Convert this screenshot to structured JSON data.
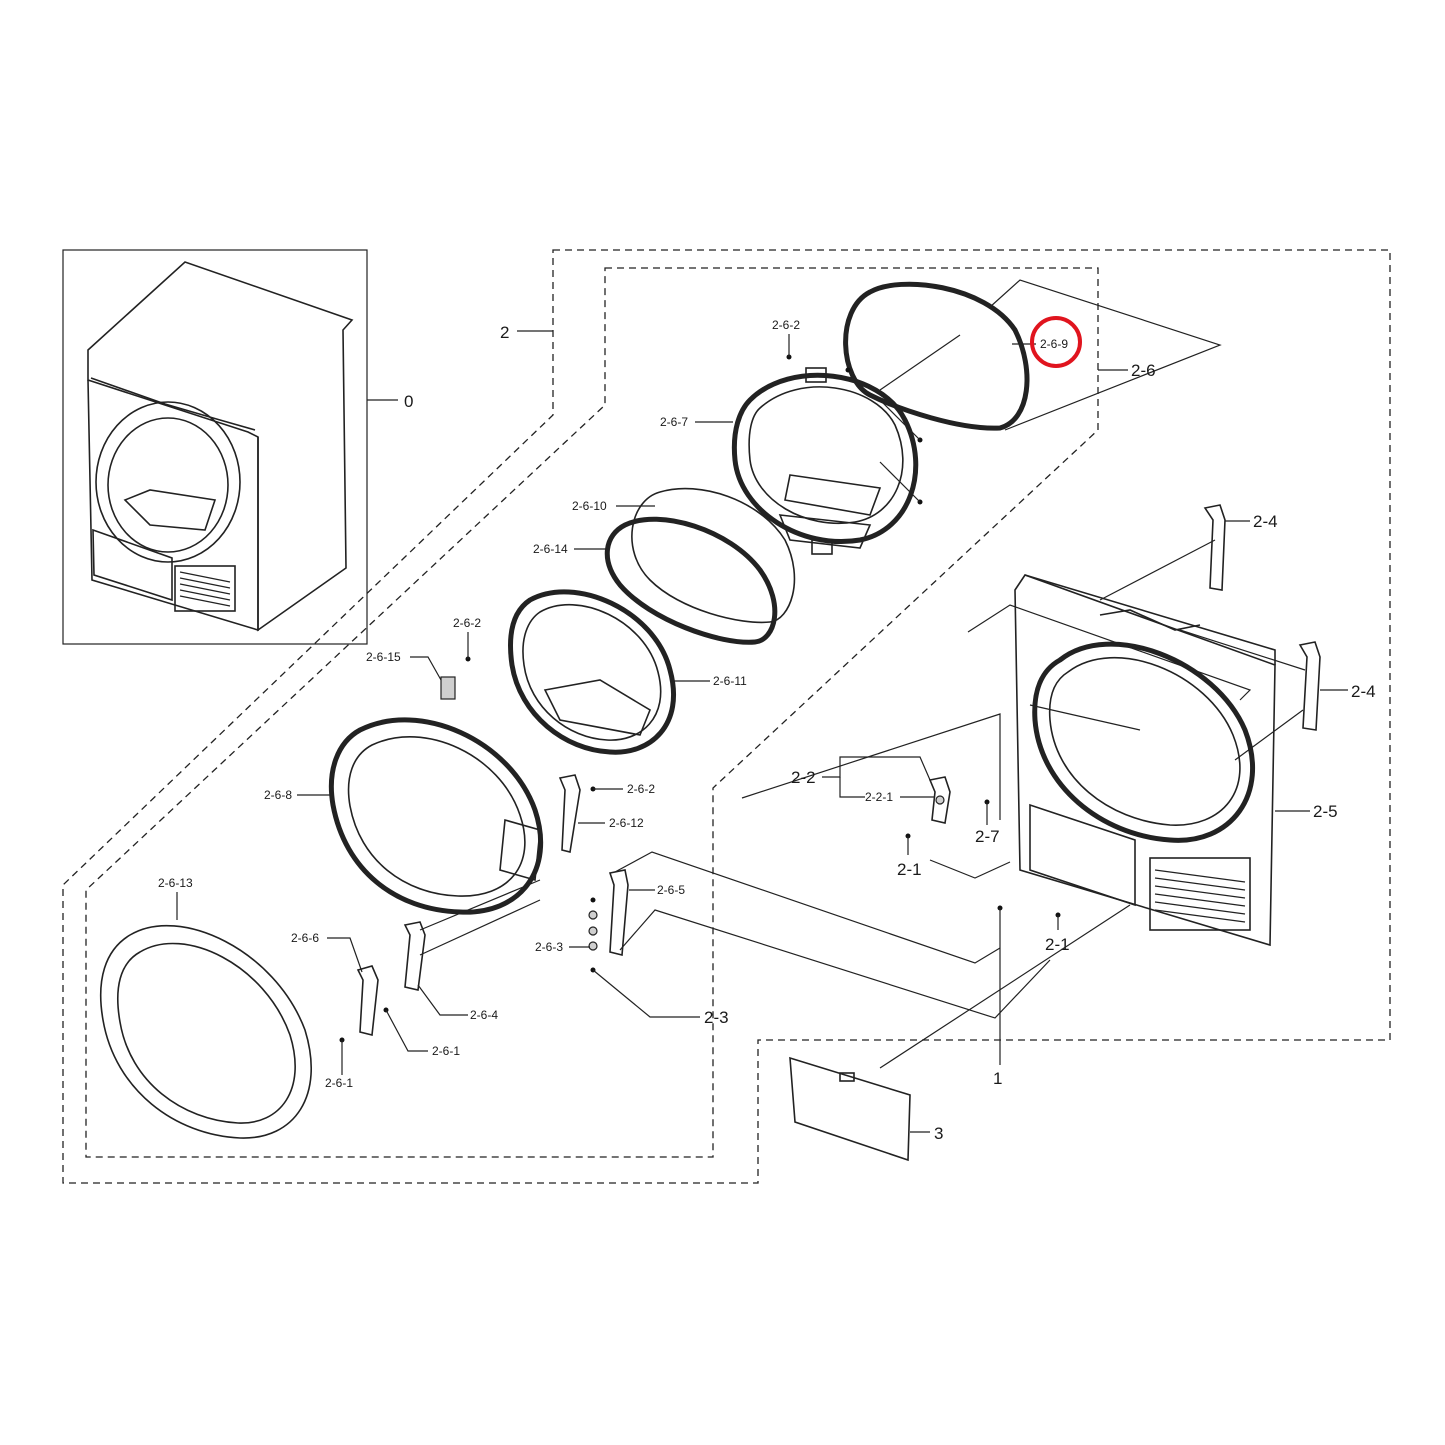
{
  "diagram": {
    "highlight_color": "#e0141e",
    "highlighted_part": "2-6-9",
    "labels": {
      "l0": "0",
      "l1": "1",
      "l2": "2",
      "l3": "3",
      "l2_1a": "2-1",
      "l2_1b": "2-1",
      "l2_2": "2-2",
      "l2_2_1": "2-2-1",
      "l2_3": "2-3",
      "l2_4a": "2-4",
      "l2_4b": "2-4",
      "l2_5": "2-5",
      "l2_6": "2-6",
      "l2_7": "2-7",
      "l2_6_1a": "2-6-1",
      "l2_6_1b": "2-6-1",
      "l2_6_2a": "2-6-2",
      "l2_6_2b": "2-6-2",
      "l2_6_2c": "2-6-2",
      "l2_6_3": "2-6-3",
      "l2_6_4": "2-6-4",
      "l2_6_5": "2-6-5",
      "l2_6_6": "2-6-6",
      "l2_6_7": "2-6-7",
      "l2_6_8": "2-6-8",
      "l2_6_9": "2-6-9",
      "l2_6_10": "2-6-10",
      "l2_6_11": "2-6-11",
      "l2_6_12": "2-6-12",
      "l2_6_13": "2-6-13",
      "l2_6_14": "2-6-14",
      "l2_6_15": "2-6-15"
    }
  }
}
